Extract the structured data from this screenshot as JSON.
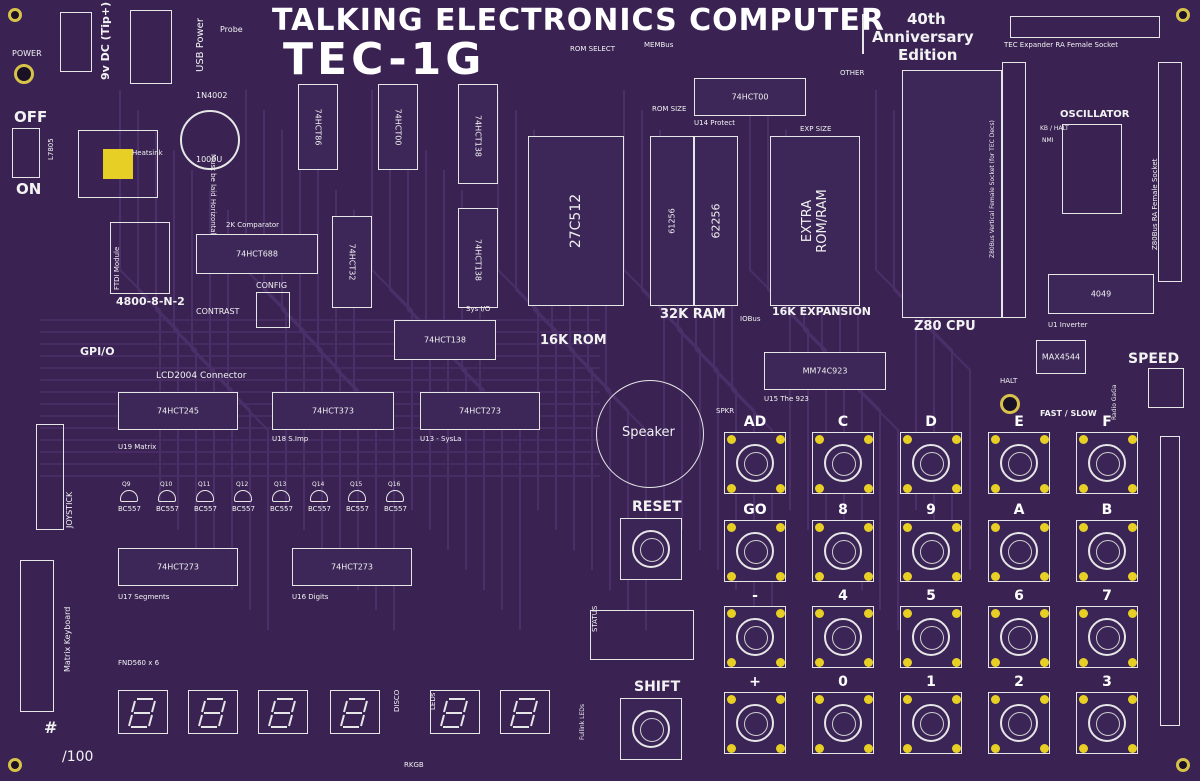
{
  "header": {
    "title": "TALKING ELECTRONICS COMPUTER",
    "model": "TEC-1G",
    "edition_line1": "40th",
    "edition_line2": "Anniversary",
    "edition_line3": "Edition"
  },
  "power": {
    "power_label": "POWER",
    "off_label": "OFF",
    "on_label": "ON",
    "dc_label": "9v DC (Tip+)",
    "usb_label": "USB Power",
    "probe_label": "Probe",
    "heatsink_label": "Heatsink",
    "cap_note": "Must be laid Horizontally",
    "cap_value": "1000U",
    "regulator": "L7805",
    "diode": "1N4002"
  },
  "chips": {
    "comparator": "74HCT688",
    "comparator_title": "2K Comparator",
    "rom": "27C512",
    "rom_size": "16K ROM",
    "ram1": "61256",
    "ram2": "62256",
    "ram_size": "32K RAM",
    "expansion": "EXTRA ROM/RAM",
    "expansion_size": "16K EXPANSION",
    "cpu": "Z80 CPU",
    "protect": "74HCT00",
    "protect_label": "U14 Protect",
    "matrix": "74HCT245",
    "matrix_label": "U19 Matrix",
    "simp": "74HCT373",
    "simp_label": "U18 S.Imp",
    "sysla": "74HCT273",
    "sysla_label": "U13 - SysLa",
    "segments": "74HCT273",
    "segments_label": "U17 Segments",
    "digits": "74HCT273",
    "digits_label": "U16 Digits",
    "encoder": "MM74C923",
    "encoder_label": "U15 The 923",
    "sysio": "74HCT138",
    "sysio_label": "Sys I/O",
    "inverter": "4049",
    "inverter_label": "U1 Inverter",
    "max": "MAX4544",
    "hct00": "74HCT00",
    "hct138": "74HCT138",
    "hct32": "74HCT32",
    "hct86": "74HCT86"
  },
  "labels": {
    "ftdi": "FTDI Module",
    "baud": "4800-8-N-2",
    "config": "CONFIG",
    "contrast": "CONTRAST",
    "gpio": "GPI/O",
    "lcd": "LCD2004 Connector",
    "joystick": "JOYSTICK",
    "matrix_kb": "Matrix Keyboard",
    "fnd": "FND560 x 6",
    "speaker": "Speaker",
    "spkr": "SPKR",
    "reset": "RESET",
    "shift": "SHIFT",
    "speed": "SPEED",
    "fast_slow": "FAST / SLOW",
    "halt": "HALT",
    "oscillator": "OSCILLATOR",
    "rom_select": "ROM  SELECT",
    "rom_size": "ROM SIZE",
    "exp_size": "EXP SIZE",
    "membus": "MEMBus",
    "iobus": "IOBus",
    "tec_expander": "TEC Expander RA Female Socket",
    "z80bus": "Z80Bus RA Female Socket",
    "z80bus_vertical": "Z80Bus Vertical Female Socket (for TEC Decs)",
    "status": "STATUS",
    "disco": "DISCO",
    "leds": "LEDs",
    "rkgb": "RKGB",
    "hash": "#",
    "count": "/100",
    "other": "OTHER",
    "fullink": "Fullink LEDs",
    "kb_halt": "KB / HALT",
    "nmi": "NMI",
    "radio_gaga": "Radio GaGa"
  },
  "keypad": {
    "rows": [
      [
        "AD",
        "C",
        "D",
        "E",
        "F"
      ],
      [
        "GO",
        "8",
        "9",
        "A",
        "B"
      ],
      [
        "-",
        "4",
        "5",
        "6",
        "7"
      ],
      [
        "+",
        "0",
        "1",
        "2",
        "3"
      ]
    ]
  },
  "transistors": [
    "Q9",
    "Q10",
    "Q11",
    "Q12",
    "Q13",
    "Q14",
    "Q15",
    "Q16"
  ],
  "transistor_type": "BC557",
  "colors": {
    "board": "#3a2353",
    "trace": "#4a2f68",
    "silk": "#f0f0f0",
    "pad": "#e8cf25"
  }
}
